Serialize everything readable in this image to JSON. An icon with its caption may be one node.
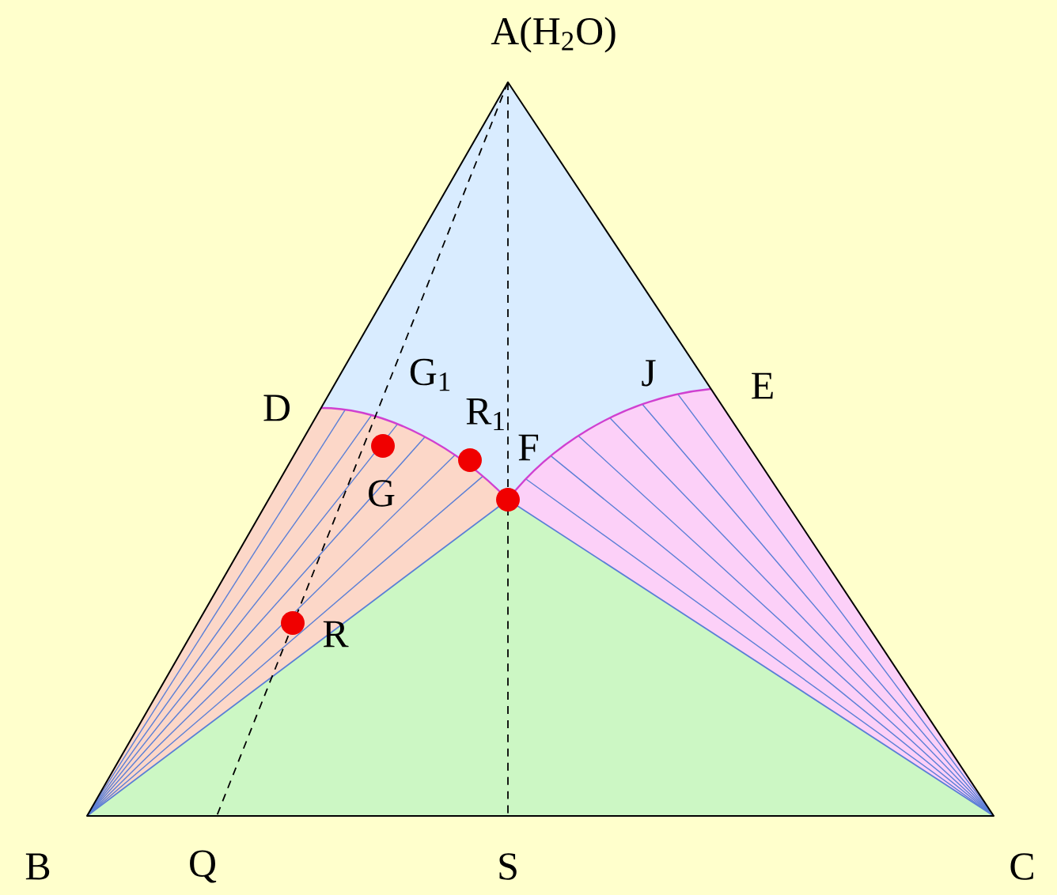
{
  "diagram": {
    "labels": [
      "A(H$_{2}$O)",
      "D",
      "G$_{1}$",
      "J",
      "E",
      "R$_{1}$",
      "F",
      "G",
      "R",
      "B",
      "Q",
      "S",
      "C"
    ]
  }
}
